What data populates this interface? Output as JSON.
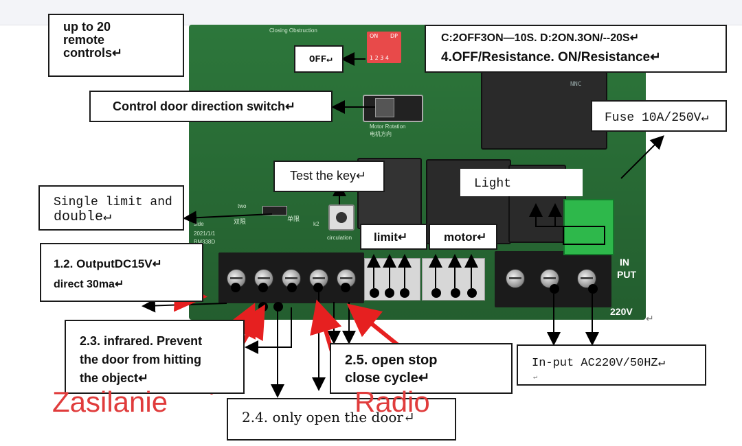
{
  "labels": {
    "remote": [
      "up to 20",
      "remote",
      "controls↵"
    ],
    "off": "OFF↵",
    "dip_info": [
      "C:2OFF3ON—10S. D:2ON.3ON/--20S↵",
      "4.OFF/Resistance. ON/Resistance↵"
    ],
    "direction": "Control door direction switch↵",
    "fuse": "Fuse 10A/250V↵",
    "test_key": "Test the key↵",
    "light": "Light",
    "single_limit": [
      "Single limit and",
      "double↵"
    ],
    "limit": "limit↵",
    "motor": "motor↵",
    "output": [
      "1.2. OutputDC15V↵",
      "direct 30ma↵"
    ],
    "infrared": [
      "2.3. infrared. Prevent",
      "the door from hitting",
      "the object↵"
    ],
    "open_stop": [
      "2.5. open stop",
      "close cycle↵"
    ],
    "only_open": "2.4. only open the door↵",
    "input": "In-put AC220V/50HZ↵",
    "input_corner": "↵"
  },
  "board_text": {
    "closing": "Closing Obstruction",
    "dip_on": "ON",
    "dip_dp": "DP",
    "dip_nums": "1 2 3 4",
    "motor_rotation": "Motor Rotation",
    "motor_rotation_cn": "电机方向",
    "date": "2021/1/1",
    "model": "BM338D",
    "side": "side",
    "circulation": "circulation",
    "two": "two",
    "single_cn": "单限",
    "double_cn": "双限",
    "k2": "k2",
    "in": "IN",
    "put": "PUT",
    "voltage": "220V",
    "voltage_corner": "↵",
    "relay": "NNC"
  },
  "annotations": {
    "zasilanie": "Zasilanie",
    "radio": "Radio"
  },
  "colors": {
    "board": "#2f7d3e",
    "annotation_red": "#e03c3c",
    "arrow_black": "#000000"
  }
}
